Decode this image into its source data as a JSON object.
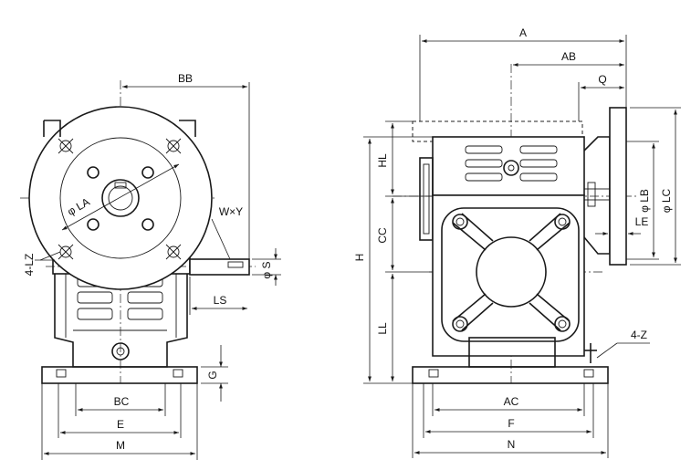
{
  "labels": {
    "A": "A",
    "AB": "AB",
    "Q": "Q",
    "BB": "BB",
    "HL": "HL",
    "CC": "CC",
    "LL": "LL",
    "H": "H",
    "LB": "φ LB",
    "LC": "φ LC",
    "LE": "LE",
    "LA": "φ LA",
    "WY": "W×Y",
    "LZ": "4-LZ",
    "S": "φ S",
    "LS": "LS",
    "G": "G",
    "BC": "BC",
    "E": "E",
    "M": "M",
    "AC": "AC",
    "F": "F",
    "N": "N",
    "Z": "4-Z"
  }
}
